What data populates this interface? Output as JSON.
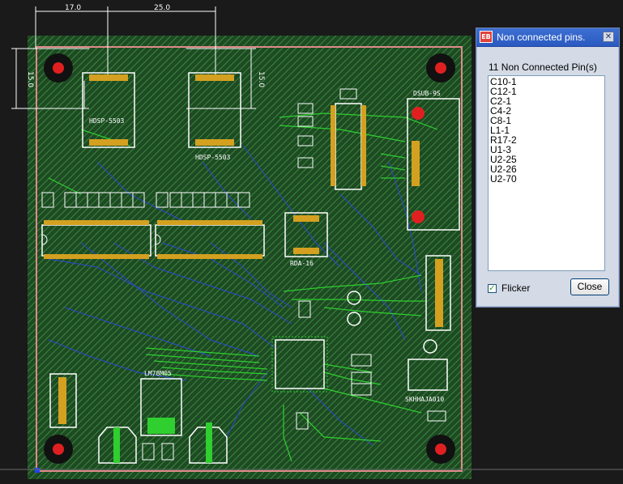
{
  "dialog": {
    "title": "Non connected pins.",
    "app_icon_text": "EB",
    "close_glyph": "✕",
    "summary": "11 Non Connected Pin(s)",
    "pins": [
      "C10-1",
      "C12-1",
      "C2-1",
      "C4-2",
      "C8-1",
      "L1-1",
      "R17-2",
      "U1-3",
      "U2-25",
      "U2-26",
      "U2-70"
    ],
    "flicker_label": "Flicker",
    "flicker_checked": true,
    "close_label": "Close"
  },
  "board": {
    "dimensions": {
      "d1": "17.0",
      "d2": "25.0",
      "d3": "15.0",
      "d4": "15.0"
    },
    "labels": {
      "hdsp_left": "HDSP-5503",
      "hdsp_right": "HDSP-5503",
      "dsub": "DSUB-9S",
      "rda": "RDA-16",
      "regulator": "LM78M05",
      "switch": "SKHHAJA010"
    },
    "colors": {
      "background": "#1a1a1a",
      "board_fill": "#1e4a24",
      "copper": "#3a8a3a",
      "outline": "#e08a8a",
      "silk": "#ffffff",
      "pad": "#d4a020",
      "drill": "#e02020",
      "trace_blue": "#2a4ad0",
      "trace_green": "#2fcf2f"
    }
  }
}
